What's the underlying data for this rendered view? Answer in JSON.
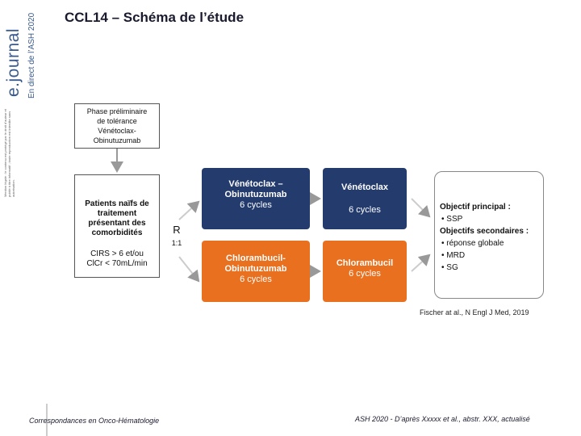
{
  "brand": {
    "journal": "e.journal",
    "subtitle": "En direct de l’ASH 2020",
    "disclaimer": "Mention légale : le contenu est protégé par le droit d’auteur et publié à titre informatif ; toute reproduction est interdite sans autorisation."
  },
  "title": "CCL14 – Schéma de l’étude",
  "phase_box": {
    "line1": "Phase préliminaire",
    "line2": "de tolérance",
    "line3": "Vénétoclax-",
    "line4": "Obinutuzumab"
  },
  "patients_box": {
    "line1": "Patients naïfs de",
    "line2": "traitement",
    "line3": "présentant des",
    "line4": "comorbidités",
    "criteria1": "CIRS > 6 et/ou",
    "criteria2": "ClCr < 70mL/min"
  },
  "randomization": {
    "label": "R",
    "ratio": "1:1"
  },
  "arms": {
    "a1_title1": "Vénétoclax –",
    "a1_title2": "Obinutuzumab",
    "a1_cycles": "6 cycles",
    "a2_title": "Vénétoclax",
    "a2_cycles": "6 cycles",
    "b1_title1": "Chlorambucil-",
    "b1_title2": "Obinutuzumab",
    "b1_cycles": "6 cycles",
    "b2_title": "Chlorambucil",
    "b2_cycles": "6 cycles"
  },
  "objectives": {
    "primary_title": "Objectif principal :",
    "primary_items": [
      "SSP"
    ],
    "secondary_title": "Objectifs secondaires :",
    "secondary_items": [
      "réponse globale",
      "MRD",
      "SG"
    ]
  },
  "reference": "Fischer at al., N Engl J Med, 2019",
  "footer_left": "Correspondances en Onco-Hématologie",
  "footer_right": "ASH 2020 - D’après Xxxxx et al., abstr. XXX, actualisé",
  "colors": {
    "navy": "#243b6e",
    "orange": "#e8701f",
    "brand": "#3a5a8c"
  }
}
